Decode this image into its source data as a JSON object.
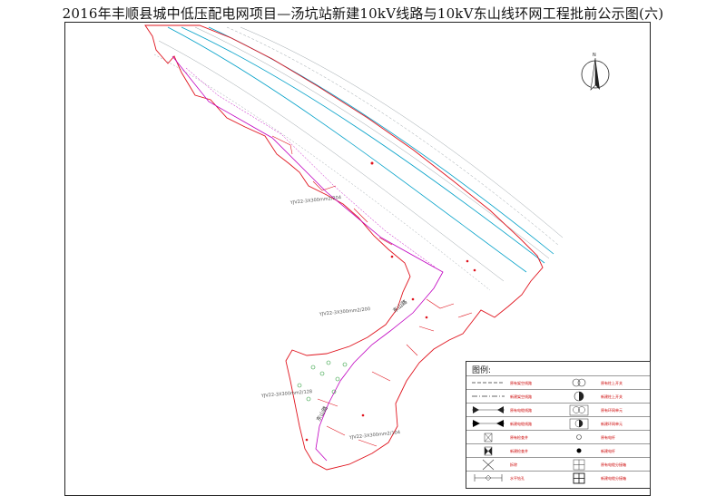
{
  "title": "2016年丰顺县城中低压配电网项目—汤坑站新建10kV线路与10kV东山线环网工程批前公示图(六)",
  "compass": {
    "north_label": "N"
  },
  "road_labels": [
    "东山路",
    "东山路"
  ],
  "cable_labels": [
    {
      "id": "c1",
      "text": "YJV22-3X300mm2/204"
    },
    {
      "id": "c2",
      "text": "YJV22-3X300mm2/200"
    },
    {
      "id": "c3",
      "text": "YJV22-3X300mm2/128"
    },
    {
      "id": "c4",
      "text": "YJV22-3X300mm2/104"
    }
  ],
  "legend": {
    "title": "图例:",
    "rows": [
      {
        "left_symbol": "dash-line",
        "left_text": "原有架空线路",
        "right_symbol": "double-circle",
        "right_text": "原有柱上开关"
      },
      {
        "left_symbol": "dashdot-line",
        "left_text": "新建架空线路",
        "right_symbol": "circle-half",
        "right_text": "新建柱上开关"
      },
      {
        "left_symbol": "triangle-pair-outline",
        "left_text": "原有电缆线路",
        "right_symbol": "double-circle-box",
        "right_text": "原有环网单元"
      },
      {
        "left_symbol": "triangle-pair-filled",
        "left_text": "新建电缆线路",
        "right_symbol": "circle-half-box",
        "right_text": "新建环网单元"
      },
      {
        "left_symbol": "box-x",
        "left_text": "原有检查井",
        "right_symbol": "small-circle",
        "right_text": "原有电杆"
      },
      {
        "left_symbol": "bowtie-box",
        "left_text": "新建检查井",
        "right_symbol": "dot",
        "right_text": "新建电杆"
      },
      {
        "left_symbol": "big-x",
        "left_text": "拆除",
        "right_symbol": "box-bars",
        "right_text": "原有电缆分接箱"
      },
      {
        "left_symbol": "pipe-bar",
        "left_text": "水平钻孔",
        "right_symbol": "box-bars-bold",
        "right_text": "新建电缆分接箱"
      }
    ]
  },
  "colors": {
    "boundary": "#e0141e",
    "road": "#00a0c8",
    "cable": "#c000c0",
    "frame": "#222222",
    "legend_text": "#cc0000"
  }
}
